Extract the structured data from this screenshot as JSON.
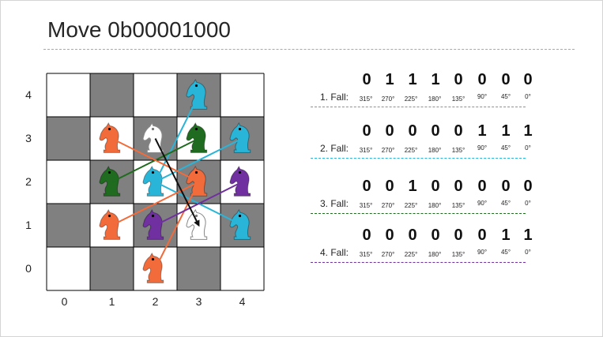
{
  "title": "Move 0b00001000",
  "board": {
    "row_labels": [
      "4",
      "3",
      "2",
      "1",
      "0"
    ],
    "col_labels": [
      "0",
      "1",
      "2",
      "3",
      "4"
    ],
    "dark_squares": [
      [
        1,
        4
      ],
      [
        3,
        4
      ],
      [
        0,
        3
      ],
      [
        2,
        3
      ],
      [
        4,
        3
      ],
      [
        1,
        2
      ],
      [
        3,
        2
      ],
      [
        0,
        1
      ],
      [
        2,
        1
      ],
      [
        4,
        1
      ],
      [
        1,
        0
      ],
      [
        3,
        0
      ]
    ],
    "colors": {
      "dark": "#808080",
      "light": "#ffffff",
      "grid": "#000000"
    },
    "knights": [
      {
        "id": "cyan-a",
        "col": 3,
        "row": 4,
        "color": "#29b5d8"
      },
      {
        "id": "orange-a",
        "col": 1,
        "row": 3,
        "color": "#f26b3a"
      },
      {
        "id": "white-a",
        "col": 2,
        "row": 3,
        "color": "#ffffff"
      },
      {
        "id": "green-a",
        "col": 3,
        "row": 3,
        "color": "#1f6b1f"
      },
      {
        "id": "cyan-b",
        "col": 4,
        "row": 3,
        "color": "#29b5d8"
      },
      {
        "id": "green-b",
        "col": 1,
        "row": 2,
        "color": "#1f6b1f"
      },
      {
        "id": "cyan-c",
        "col": 2,
        "row": 2,
        "color": "#29b5d8"
      },
      {
        "id": "orange-b",
        "col": 3,
        "row": 2,
        "color": "#f26b3a"
      },
      {
        "id": "purple-a",
        "col": 4,
        "row": 2,
        "color": "#7030a0"
      },
      {
        "id": "orange-c",
        "col": 1,
        "row": 1,
        "color": "#f26b3a"
      },
      {
        "id": "purple-b",
        "col": 2,
        "row": 1,
        "color": "#7030a0"
      },
      {
        "id": "white-b",
        "col": 3,
        "row": 1,
        "color": "#ffffff"
      },
      {
        "id": "cyan-d",
        "col": 4,
        "row": 1,
        "color": "#29b5d8"
      },
      {
        "id": "orange-d",
        "col": 2,
        "row": 0,
        "color": "#f26b3a"
      }
    ],
    "moves": [
      {
        "from": [
          2,
          2
        ],
        "to": [
          3,
          4
        ],
        "color": "#29b5d8"
      },
      {
        "from": [
          2,
          2
        ],
        "to": [
          4,
          3
        ],
        "color": "#29b5d8"
      },
      {
        "from": [
          2,
          2
        ],
        "to": [
          4,
          1
        ],
        "color": "#29b5d8"
      },
      {
        "from": [
          1,
          2
        ],
        "to": [
          3,
          3
        ],
        "color": "#1f6b1f"
      },
      {
        "from": [
          1,
          3
        ],
        "to": [
          3,
          2
        ],
        "color": "#f26b3a"
      },
      {
        "from": [
          1,
          1
        ],
        "to": [
          3,
          2
        ],
        "color": "#f26b3a"
      },
      {
        "from": [
          2,
          0
        ],
        "to": [
          3,
          2
        ],
        "color": "#f26b3a"
      },
      {
        "from": [
          2,
          1
        ],
        "to": [
          4,
          2
        ],
        "color": "#7030a0"
      },
      {
        "from": [
          2,
          3
        ],
        "to": [
          3,
          1
        ],
        "color": "#111111",
        "arrow": true
      }
    ]
  },
  "degree_labels": [
    "315°",
    "270°",
    "225°",
    "180°",
    "135°",
    "90°",
    "45°",
    "0°"
  ],
  "cases": [
    {
      "label": "1. Fall:",
      "bits": [
        "0",
        "1",
        "1",
        "1",
        "0",
        "0",
        "0",
        "0"
      ],
      "rule_color": "#29b5d8"
    },
    {
      "label": "2. Fall:",
      "bits": [
        "0",
        "0",
        "0",
        "0",
        "0",
        "1",
        "1",
        "1"
      ],
      "rule_color": "#29b5d8"
    },
    {
      "label": "3. Fall:",
      "bits": [
        "0",
        "0",
        "1",
        "0",
        "0",
        "0",
        "0",
        "0"
      ],
      "rule_color": "#1f6b1f"
    },
    {
      "label": "4. Fall:",
      "bits": [
        "0",
        "0",
        "0",
        "0",
        "0",
        "0",
        "1",
        "1"
      ],
      "rule_color": "#7030a0"
    }
  ]
}
